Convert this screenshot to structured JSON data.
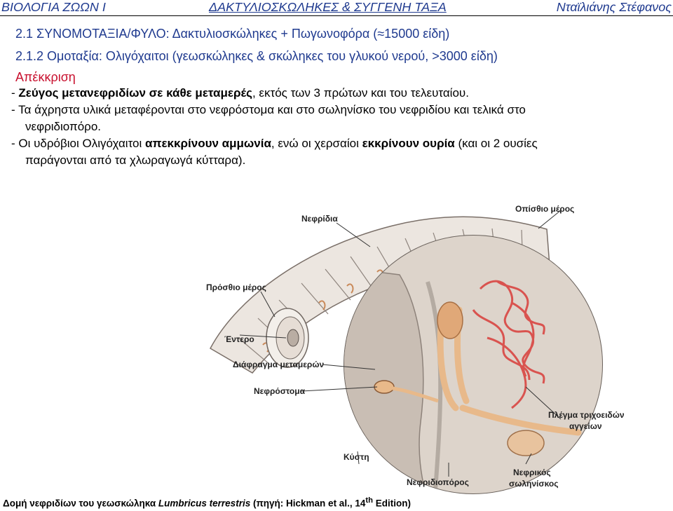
{
  "header": {
    "left": "ΒΙΟΛΟΓΙΑ ΖΩΩΝ Ι",
    "middle": "ΔΑΚΤΥΛΙΟΣΚΩΛΗΚΕΣ & ΣΥΓΓΕΝΗ ΤΑΞΑ",
    "right": "Νταϊλιάνης Στέφανος"
  },
  "headings": {
    "section": "2.1 ΣΥΝΟΜΟΤΑΞΙΑ/ΦΥΛΟ: Δακτυλιοσκώληκες + Πωγωνοφόρα (≈15000 είδη)",
    "subsection": "2.1.2 Ομοταξία: Ολιγόχαιτοι (γεωσκώληκες & σκώληκες του γλυκού νερού, >3000 είδη)",
    "topic": "Απέκκριση"
  },
  "bullets": {
    "b1_bold": "Ζεύγος μετανεφριδίων σε κάθε μεταμερές",
    "b1_rest": ", εκτός των 3 πρώτων και του τελευταίου.",
    "b2_line1": "Τα άχρηστα υλικά μεταφέρονται στο νεφρόστομα και στο σωληνίσκο του νεφριδίου και τελικά στο",
    "b2_line2": "νεφριδιοπόρο.",
    "b3_a": "Οι υδρόβιοι Ολιγόχαιτοι ",
    "b3_bold1": "απεκκρίνουν αμμωνία",
    "b3_b": ", ενώ οι χερσαίοι ",
    "b3_bold2": "εκκρίνουν ουρία",
    "b3_c": " (και οι 2 ουσίες",
    "b3_line2": "παράγονται από τα χλωραγωγά κύτταρα)."
  },
  "figure": {
    "labels": {
      "nephridia": "Νεφρίδια",
      "posterior": "Οπίσθιο μέρος",
      "anterior": "Πρόσθιο μέρος",
      "gut": "Έντερο",
      "septum": "Διάφραγμα μεταμερών",
      "nephrostome": "Νεφρόστομα",
      "capillary1": "Πλέγμα τριχοειδών",
      "capillary2": "αγγείων",
      "bladder": "Κύστη",
      "nephridiopore": "Νεφριδιοπόρος",
      "tubule1": "Νεφρικός",
      "tubule2": "σωληνίσκος"
    },
    "colors": {
      "tissue": "#d8cfc8",
      "tubule": "#e8b98a",
      "vessel": "#d9534f"
    }
  },
  "caption": {
    "prefix": "Δομή νεφριδίων του γεωσκώληκα ",
    "species": "Lumbricus terrestris",
    "suffix": " (πηγή: Hickman et al., 14",
    "sup": "th",
    "end": " Edition)"
  }
}
